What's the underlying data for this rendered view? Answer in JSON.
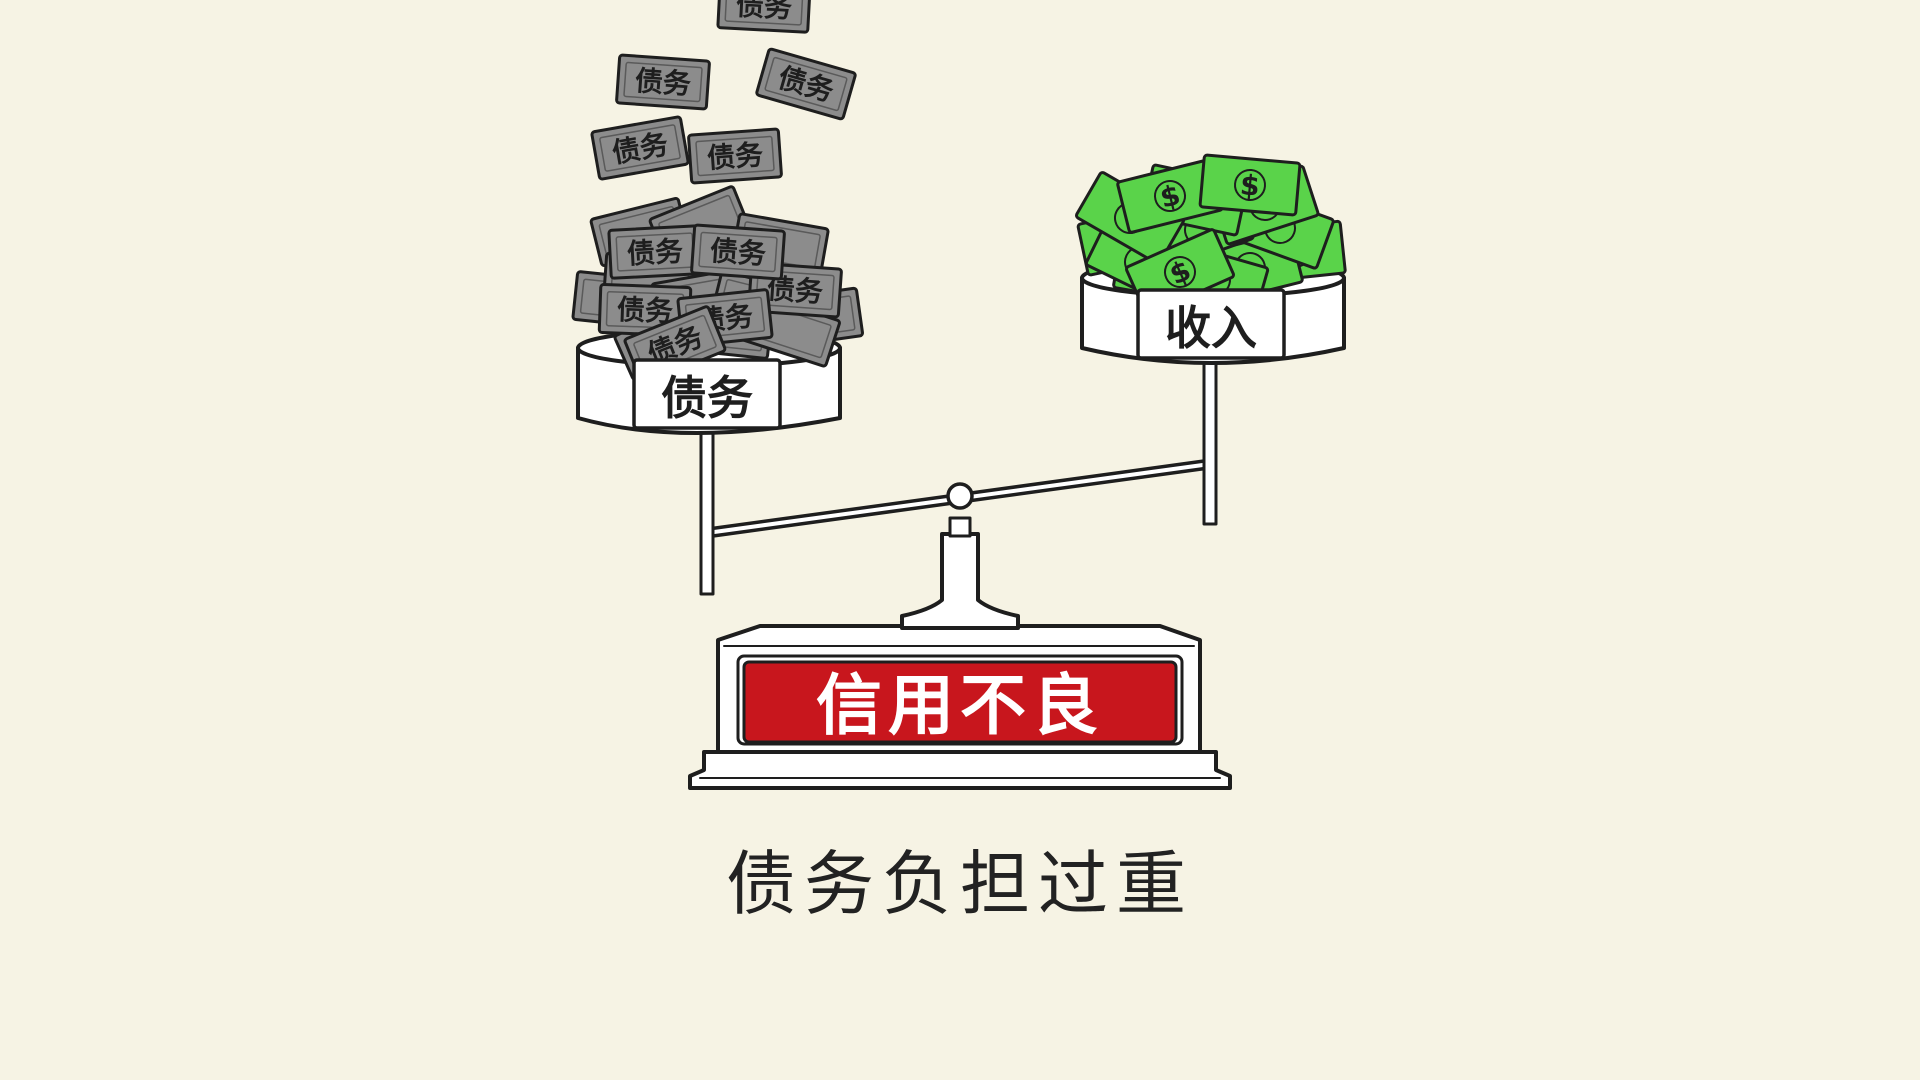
{
  "debt_note_label": "债务",
  "income_note_symbol": "$",
  "debt_pan_label": "债务",
  "income_pan_label": "收入",
  "scale_sign_label": "信用不良",
  "caption": "债务负担过重",
  "colors": {
    "background": "#f6f3e4",
    "debt_note": "#8c8c8c",
    "income_note": "#5ad34a",
    "sign_red": "#c8161d"
  }
}
